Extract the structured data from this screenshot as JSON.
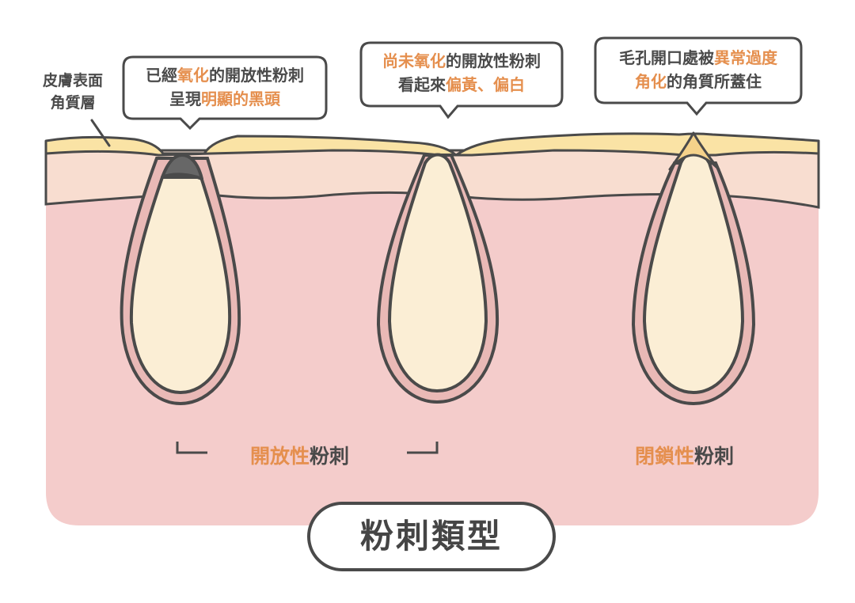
{
  "colors": {
    "dermis": "#f4cccb",
    "epidermis": "#f8ddd0",
    "surface_layer": "#fae3a5",
    "sebum": "#fbeed5",
    "pore_lining": "#e9b9b6",
    "outline": "#4a4a4a",
    "blackhead_tip": "#676767",
    "highlight_text": "#e58f4e"
  },
  "surface_label": {
    "line1": "皮膚表面",
    "line2": "角質層"
  },
  "callout_blackhead": {
    "l1_a": "已經",
    "l1_b": "氧化",
    "l1_c": "的開放性粉刺",
    "l2_a": "呈現",
    "l2_b": "明顯的黑頭"
  },
  "callout_whitehead_open": {
    "l1_a": "尚未氧化",
    "l1_b": "的開放性粉刺",
    "l2_a": "看起來",
    "l2_b": "偏黃、偏白"
  },
  "callout_closed": {
    "l1_a": "毛孔開口處被",
    "l1_b": "異常過度",
    "l2_a": "角化",
    "l2_b": "的角質所蓋住"
  },
  "open_type_label": {
    "highlight": "開放性",
    "rest": "粉刺"
  },
  "closed_type_label": {
    "highlight": "閉鎖性",
    "rest": "粉刺"
  },
  "title": "粉刺類型"
}
